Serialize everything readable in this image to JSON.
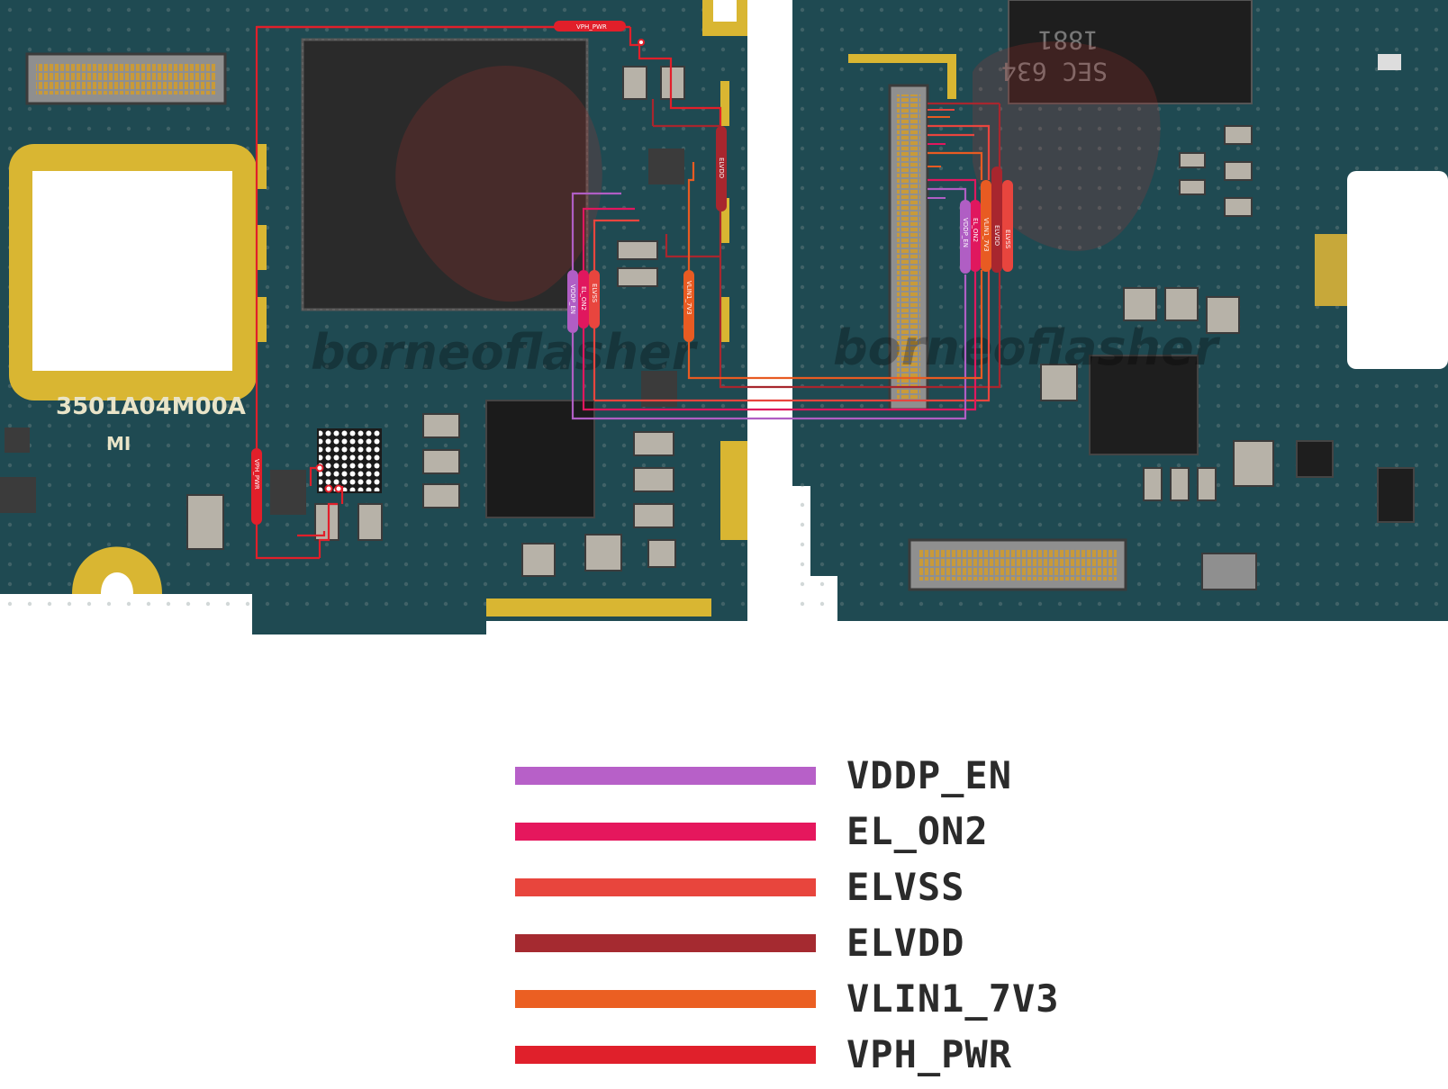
{
  "board": {
    "left_part_number": "3501A04M00A",
    "left_logo": "MI",
    "chip_marking": [
      "1881",
      "SEC 634"
    ],
    "watermark_left": "borneoflasher",
    "watermark_right": "borneoflasher"
  },
  "pad_labels": {
    "vph_top": "VPH_PWR",
    "vph_left": "VPH_PWR",
    "elvdd_left": "ELVDD",
    "vddp_left": "VDDP_EN",
    "elon2_left": "EL_ON2",
    "elvss_left": "ELVSS",
    "vlin_left": "VLIN1_7V3",
    "vddp_right": "VDDP_EN",
    "elon2_right": "EL_ON2",
    "vlin_right": "VLIN1_7V3",
    "elvdd_right": "ELVDD",
    "elvss_right": "ELVSS"
  },
  "colors": {
    "board": "#1f4a52",
    "board_dark": "#163a40",
    "gold": "#d9b632",
    "vddp_en": "#b05ec4",
    "el_on2": "#e0175e",
    "elvss": "#e8453e",
    "elvdd": "#a8262e",
    "vlin1_7v3": "#e85b22",
    "vph_pwr": "#e11f2a"
  },
  "legend": [
    {
      "label": "VDDP_EN",
      "color": "#b760c8"
    },
    {
      "label": "EL_ON2",
      "color": "#e5175d"
    },
    {
      "label": "ELVSS",
      "color": "#e8453d"
    },
    {
      "label": "ELVDD",
      "color": "#a52a30"
    },
    {
      "label": "VLIN1_7V3",
      "color": "#eb5f22"
    },
    {
      "label": "VPH_PWR",
      "color": "#e0202b"
    }
  ]
}
